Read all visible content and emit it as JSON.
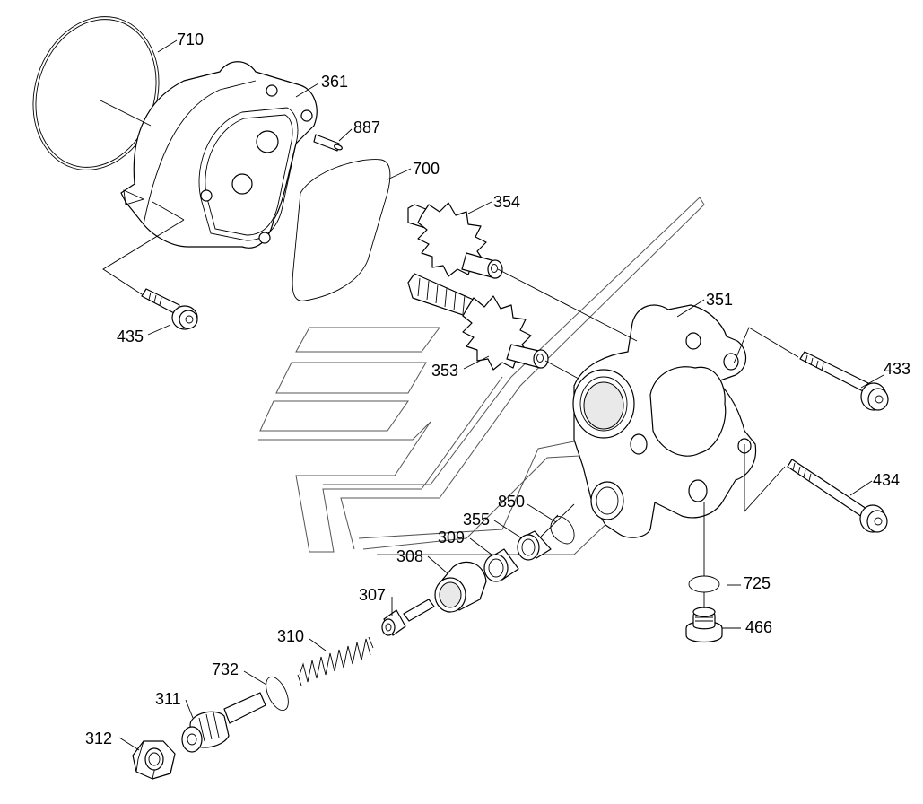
{
  "callouts": [
    {
      "id": "710",
      "label": "710"
    },
    {
      "id": "361",
      "label": "361"
    },
    {
      "id": "887",
      "label": "887"
    },
    {
      "id": "700",
      "label": "700"
    },
    {
      "id": "354",
      "label": "354"
    },
    {
      "id": "351",
      "label": "351"
    },
    {
      "id": "435",
      "label": "435"
    },
    {
      "id": "353",
      "label": "353"
    },
    {
      "id": "433",
      "label": "433"
    },
    {
      "id": "434",
      "label": "434"
    },
    {
      "id": "850",
      "label": "850"
    },
    {
      "id": "355",
      "label": "355"
    },
    {
      "id": "309",
      "label": "309"
    },
    {
      "id": "308",
      "label": "308"
    },
    {
      "id": "307",
      "label": "307"
    },
    {
      "id": "725",
      "label": "725"
    },
    {
      "id": "466",
      "label": "466"
    },
    {
      "id": "310",
      "label": "310"
    },
    {
      "id": "732",
      "label": "732"
    },
    {
      "id": "311",
      "label": "311"
    },
    {
      "id": "312",
      "label": "312"
    }
  ]
}
